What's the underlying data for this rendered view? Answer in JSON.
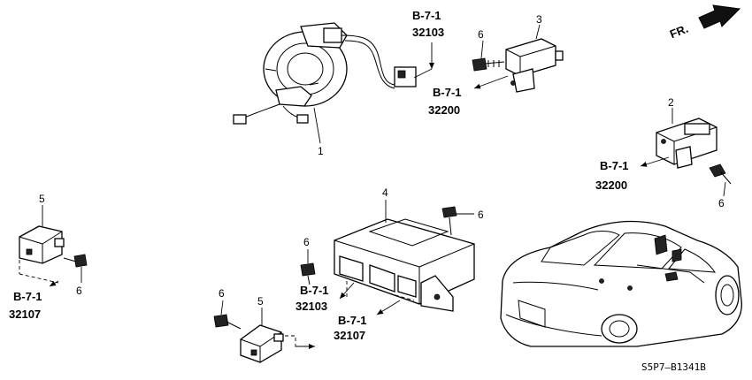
{
  "diagram": {
    "part_callouts": [
      "1",
      "2",
      "3",
      "4",
      "5",
      "5",
      "6",
      "6",
      "6",
      "6",
      "6",
      "6"
    ],
    "section_refs": [
      {
        "ref": "B-7-1",
        "code": "32103"
      },
      {
        "ref": "B-7-1",
        "code": "32200"
      },
      {
        "ref": "B-7-1",
        "code": "32200"
      },
      {
        "ref": "B-7-1",
        "code": "32107"
      },
      {
        "ref": "B-7-1",
        "code": "32103"
      },
      {
        "ref": "B-7-1",
        "code": "32107"
      }
    ],
    "direction_label": "FR.",
    "diagram_code": "S5P7—B1341B"
  }
}
